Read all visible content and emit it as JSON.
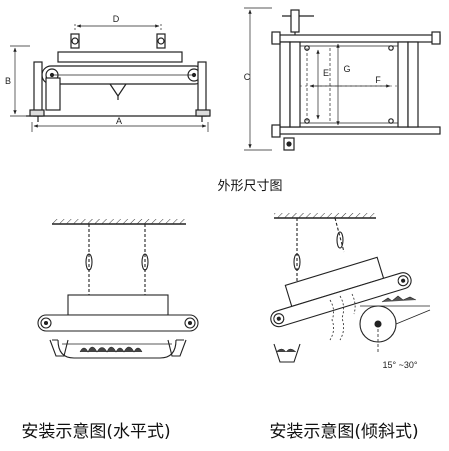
{
  "dimensions": {
    "a": "A",
    "b": "B",
    "c": "C",
    "d": "D",
    "e": "E",
    "f": "F",
    "g": "G"
  },
  "captions": {
    "outline": "外形尺寸图",
    "horizontal": "安装示意图(水平式)",
    "inclined": "安装示意图(倾斜式)"
  },
  "angle_label": "15° ~30°"
}
